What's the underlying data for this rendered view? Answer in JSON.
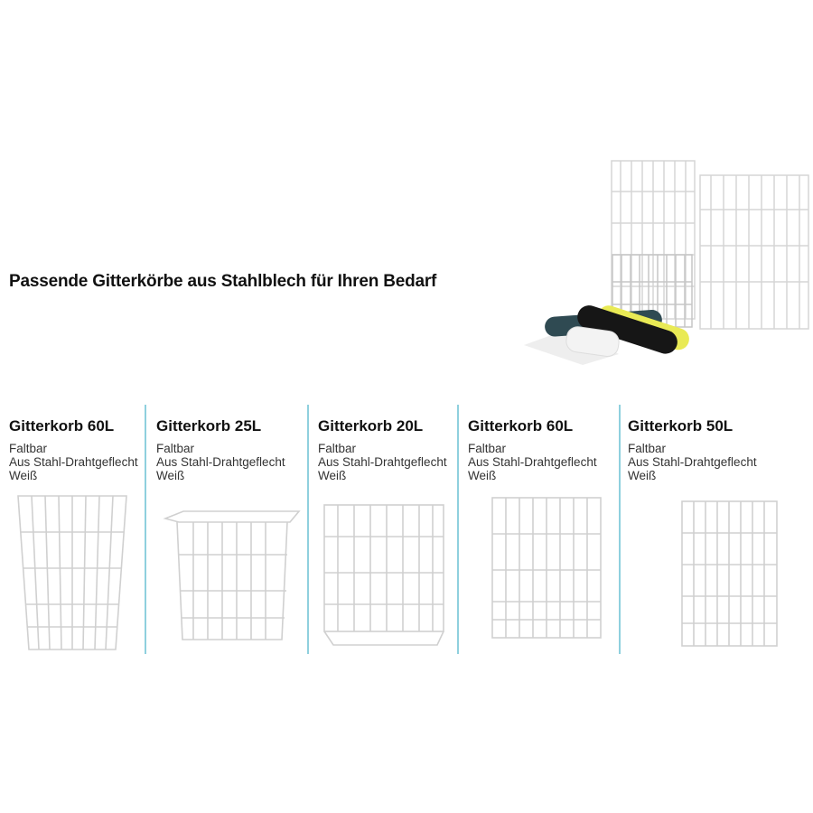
{
  "headline": "Passende Gitterkörbe aus Stahlblech für Ihren Bedarf",
  "hero": {
    "image": "wire-baskets-with-trash-bag-rolls",
    "bag_colors": [
      "#2f4a52",
      "#111111",
      "#e9ea55",
      "#f2f2f2"
    ]
  },
  "accent_color": "#8fd0de",
  "products": [
    {
      "title": "Gitterkorb 60L",
      "features": [
        "Faltbar",
        "Aus Stahl-Drahtgeflecht",
        "Weiß"
      ]
    },
    {
      "title": "Gitterkorb 25L",
      "features": [
        "Faltbar",
        "Aus Stahl-Drahtgeflecht",
        "Weiß"
      ]
    },
    {
      "title": "Gitterkorb 20L",
      "features": [
        "Faltbar",
        "Aus Stahl-Drahtgeflecht",
        "Weiß"
      ]
    },
    {
      "title": "Gitterkorb 60L",
      "features": [
        "Faltbar",
        "Aus Stahl-Drahtgeflecht",
        "Weiß"
      ]
    },
    {
      "title": "Gitterkorb 50L",
      "features": [
        "Faltbar",
        "Aus Stahl-Drahtgeflecht",
        "Weiß"
      ]
    }
  ]
}
